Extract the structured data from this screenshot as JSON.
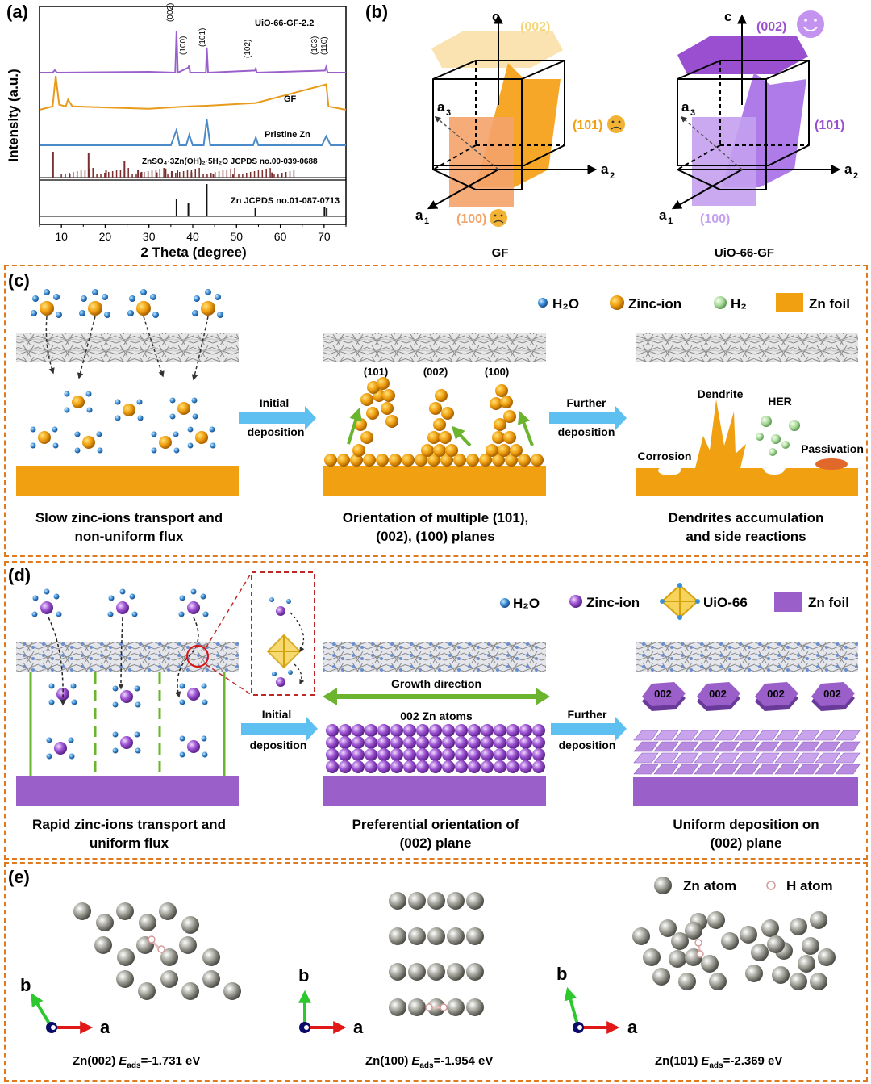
{
  "panels": {
    "a": "(a)",
    "b": "(b)",
    "c": "(c)",
    "d": "(d)",
    "e": "(e)"
  },
  "panel_a": {
    "ylabel": "Intensity (a.u.)",
    "xlabel": "2 Theta (degree)",
    "xticks": [
      "10",
      "20",
      "30",
      "40",
      "50",
      "60",
      "70"
    ],
    "peak_labels": [
      "(002)",
      "(100)",
      "(101)",
      "(102)",
      "(103)",
      "(110)"
    ],
    "traces": {
      "uio": "UiO-66-GF-2.2",
      "gf": "GF",
      "zn": "Pristine Zn",
      "zhs_pdf": "ZnSO₄·3Zn(OH)₂·5H₂O JCPDS no.00-039-0688",
      "zn_pdf": "Zn JCPDS no.01-087-0713"
    },
    "colors": {
      "uio": "#9a5fc9",
      "gf": "#e89a1a",
      "zn": "#4a8ac8",
      "zhs": "#7a2e2e",
      "zn_ref": "#111111"
    }
  },
  "chart_data": {
    "type": "line",
    "xlabel": "2 Theta (degree)",
    "ylabel": "Intensity (a.u.)",
    "xlim": [
      5,
      75
    ],
    "series": [
      {
        "name": "UiO-66-GF-2.2",
        "x": [
          5,
          8,
          8.5,
          9,
          30,
          36,
          36.3,
          36.6,
          39,
          39.2,
          39.4,
          43,
          43.2,
          43.5,
          54.2,
          54.4,
          54.6,
          70.2,
          70.5,
          70.8,
          75
        ],
        "y": [
          0,
          0,
          0.06,
          0,
          0.02,
          0,
          1.0,
          0,
          0.12,
          0.18,
          0,
          0,
          0.6,
          0,
          0.05,
          0.1,
          0,
          0.05,
          0.14,
          0,
          0
        ]
      },
      {
        "name": "GF",
        "x": [
          5,
          8,
          8.7,
          9.5,
          11,
          11.5,
          12.5,
          30,
          36.3,
          39.2,
          43.2,
          54.4,
          70.5,
          71,
          75
        ],
        "y": [
          0,
          0.1,
          1.0,
          0.15,
          0.1,
          0.3,
          0.1,
          0.03,
          0.08,
          0.1,
          0.12,
          0.2,
          0.75,
          0.1,
          0
        ]
      },
      {
        "name": "Pristine Zn",
        "x": [
          5,
          35,
          36.3,
          37,
          38.5,
          39.2,
          40,
          42.5,
          43.2,
          44,
          53.8,
          54.4,
          55,
          69.5,
          70.5,
          71.5,
          75
        ],
        "y": [
          0,
          0,
          0.6,
          0,
          0,
          0.4,
          0,
          0,
          1.0,
          0,
          0,
          0.3,
          0,
          0,
          0.35,
          0,
          0
        ]
      },
      {
        "name": "ZnSO₄·3Zn(OH)₂·5H₂O JCPDS no.00-039-0688",
        "x": [
          8.1,
          11.9,
          16.2,
          20.2,
          24.4,
          27.5,
          28.3,
          31.8,
          33.8,
          35.2,
          36.5,
          39.7,
          44.7,
          49.2,
          58.1,
          60.3
        ],
        "y": [
          1.0,
          0.15,
          0.95,
          0.3,
          0.65,
          0.3,
          0.22,
          0.2,
          0.35,
          0.25,
          0.3,
          0.2,
          0.15,
          0.12,
          0.2,
          0.12
        ]
      },
      {
        "name": "Zn JCPDS no.01-087-0713",
        "x": [
          36.3,
          39.0,
          43.2,
          54.3,
          70.1,
          70.6
        ],
        "y": [
          0.55,
          0.4,
          1.0,
          0.25,
          0.3,
          0.25
        ]
      }
    ]
  },
  "panel_b": {
    "axes": {
      "c": "c",
      "a1": "a",
      "a1_sub": "1",
      "a2": "a",
      "a2_sub": "2",
      "a3": "a",
      "a3_sub": "3"
    },
    "gf": {
      "p002": "(002)",
      "p101": "(101)",
      "p100": "(100)",
      "caption": "GF"
    },
    "uio": {
      "p002": "(002)",
      "p101": "(101)",
      "p100": "(100)",
      "caption": "UiO-66-GF"
    }
  },
  "panel_c": {
    "legend": {
      "h2o": "H₂O",
      "zinc_ion": "Zinc-ion",
      "h2": "H₂",
      "zn_foil": "Zn foil"
    },
    "arrow1": {
      "top": "Initial",
      "bottom": "deposition"
    },
    "arrow2": {
      "top": "Further",
      "bottom": "deposition"
    },
    "planes": [
      "(101)",
      "(002)",
      "(100)"
    ],
    "labels": {
      "dendrite": "Dendrite",
      "her": "HER",
      "corrosion": "Corrosion",
      "passivation": "Passivation"
    },
    "captions": [
      "Slow zinc-ions transport and",
      "non-uniform flux",
      "Orientation of multiple (101),",
      "(002), (100) planes",
      "Dendrites accumulation",
      "and side reactions"
    ]
  },
  "panel_d": {
    "legend": {
      "h2o": "H₂O",
      "zinc_ion": "Zinc-ion",
      "uio": "UiO-66",
      "zn_foil": "Zn foil"
    },
    "arrow1": {
      "top": "Initial",
      "bottom": "deposition"
    },
    "arrow2": {
      "top": "Further",
      "bottom": "deposition"
    },
    "growth": "Growth direction",
    "atoms": "002 Zn atoms",
    "hex_label": "002",
    "captions": [
      "Rapid zinc-ions transport and",
      "uniform flux",
      "Preferential orientation of",
      "(002) plane",
      "Uniform deposition on",
      "(002) plane"
    ]
  },
  "panel_e": {
    "legend": {
      "zn": "Zn atom",
      "h": "H atom"
    },
    "axes": {
      "a": "a",
      "b": "b"
    },
    "captions": [
      {
        "surface": "Zn(002)",
        "value": "=-1.731 eV"
      },
      {
        "surface": "Zn(100)",
        "value": "=-1.954 eV"
      },
      {
        "surface": "Zn(101)",
        "value": "=-2.369 eV"
      }
    ],
    "eads": "E",
    "eads_sub": "ads"
  }
}
